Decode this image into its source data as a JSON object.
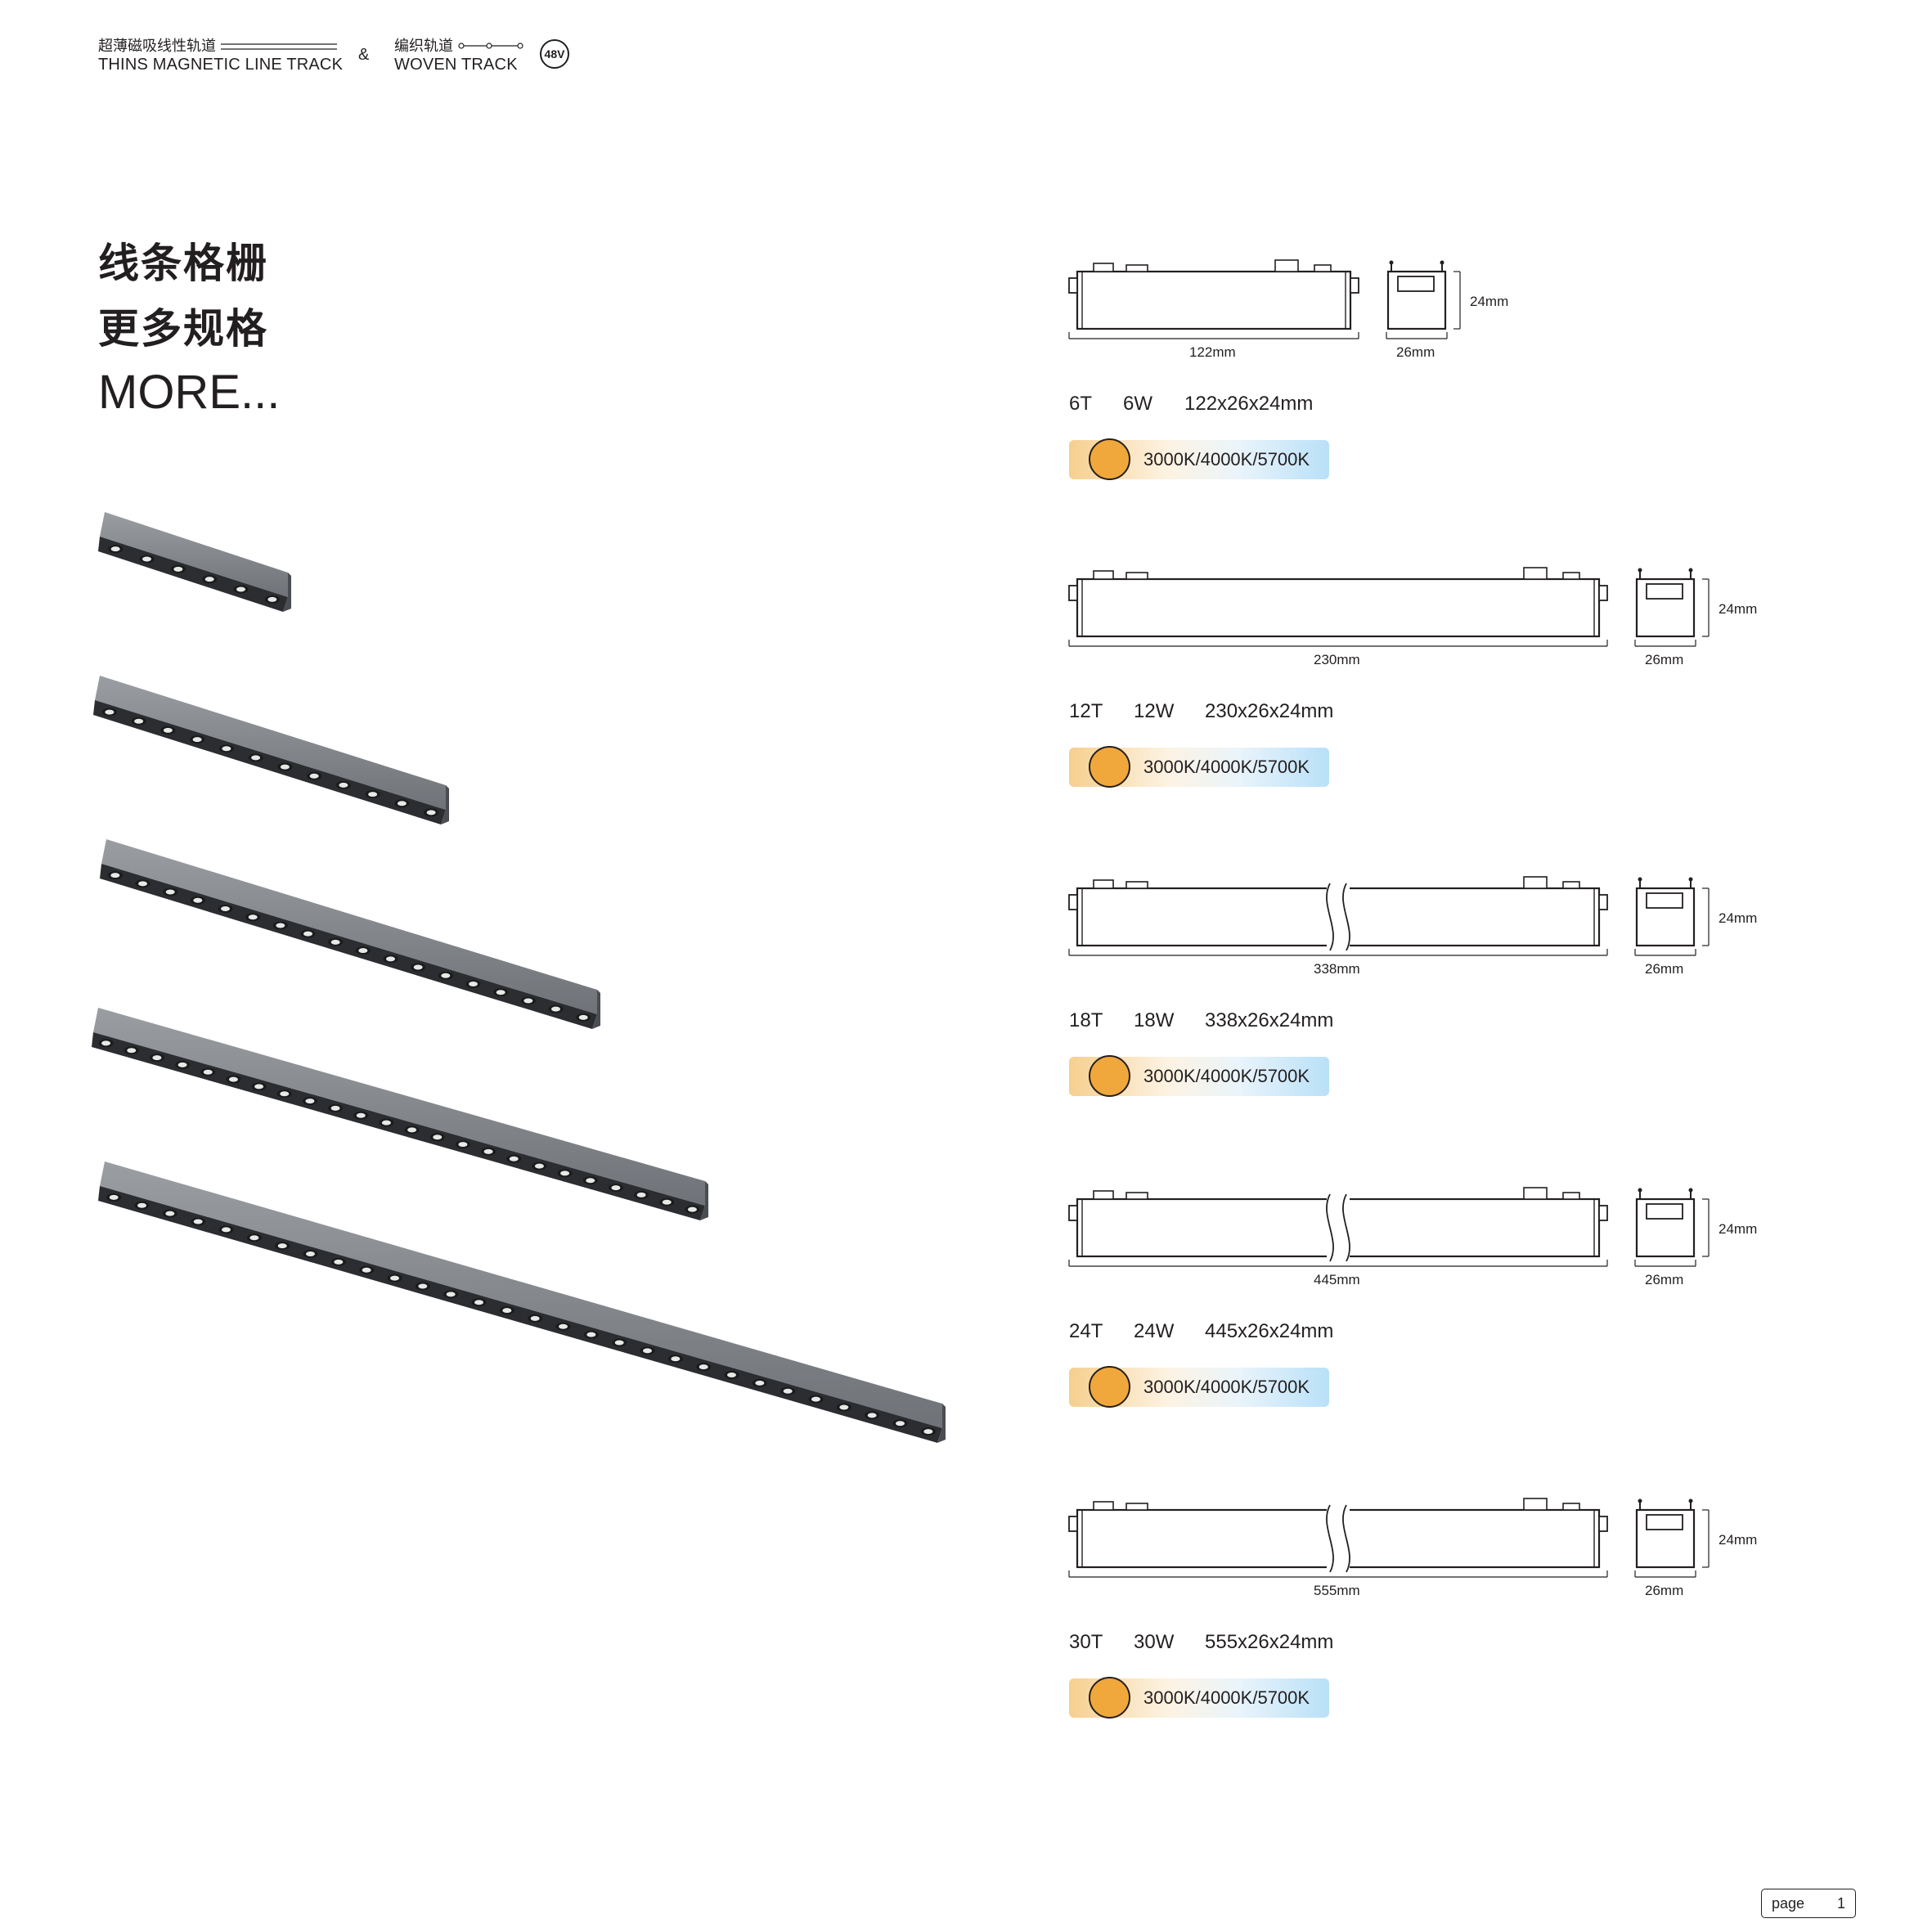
{
  "header": {
    "series1_cn": "超薄磁吸线性轨道",
    "series1_en": "THINS MAGNETIC LINE TRACK",
    "ampersand": "&",
    "series2_cn": "编织轨道",
    "series2_en": "WOVEN TRACK",
    "voltage_badge": "48V"
  },
  "title": {
    "line1": "线条格栅",
    "line2": "更多规格",
    "line3": "MORE..."
  },
  "products": [
    {
      "leds": "6T",
      "power": "6W",
      "size": "122x26x24mm",
      "length_label": "122mm",
      "width_label": "26mm",
      "height_label": "24mm",
      "cct": "3000K/4000K/5700K"
    },
    {
      "leds": "12T",
      "power": "12W",
      "size": "230x26x24mm",
      "length_label": "230mm",
      "width_label": "26mm",
      "height_label": "24mm",
      "cct": "3000K/4000K/5700K"
    },
    {
      "leds": "18T",
      "power": "18W",
      "size": "338x26x24mm",
      "length_label": "338mm",
      "width_label": "26mm",
      "height_label": "24mm",
      "cct": "3000K/4000K/5700K"
    },
    {
      "leds": "24T",
      "power": "24W",
      "size": "445x26x24mm",
      "length_label": "445mm",
      "width_label": "26mm",
      "height_label": "24mm",
      "cct": "3000K/4000K/5700K"
    },
    {
      "leds": "30T",
      "power": "30W",
      "size": "555x26x24mm",
      "length_label": "555mm",
      "width_label": "26mm",
      "height_label": "24mm",
      "cct": "3000K/4000K/5700K"
    }
  ],
  "footer": {
    "page_label": "page",
    "page_number": "1"
  }
}
